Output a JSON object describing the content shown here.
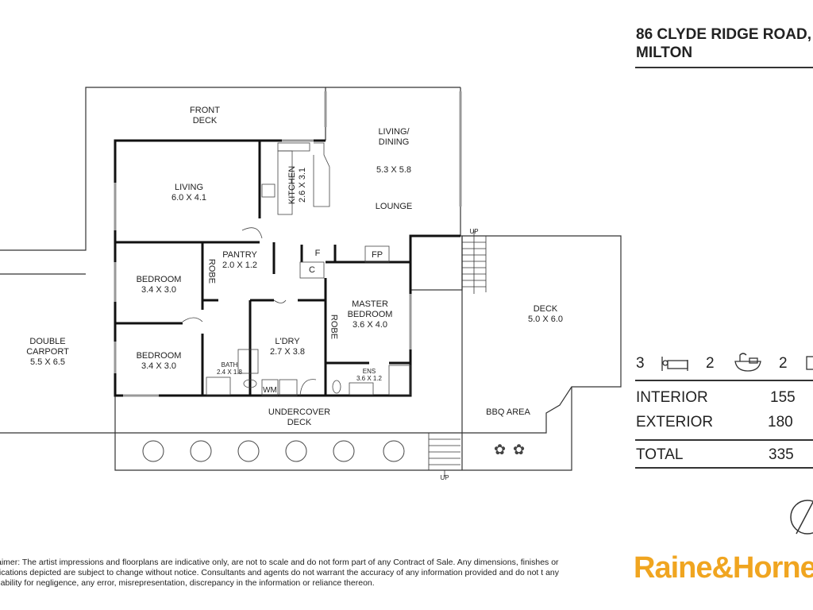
{
  "address": {
    "line1": "86 CLYDE RIDGE ROAD,",
    "line2": "MILTON"
  },
  "rooms": {
    "front_deck": "FRONT\nDECK",
    "living": "LIVING",
    "living_dim": "6.0 X 4.1",
    "kitchen": "KITCHEN",
    "kitchen_dim": "2.6 X 3.1",
    "living_dining": "LIVING/\nDINING",
    "living_dining_dim": "5.3 X 5.8",
    "lounge": "LOUNGE",
    "pantry": "PANTRY",
    "pantry_dim": "2.0 X 1.2",
    "robe": "ROBE",
    "robe2": "ROBE",
    "bedroom1": "BEDROOM",
    "bedroom1_dim": "3.4 X 3.0",
    "bedroom2": "BEDROOM",
    "bedroom2_dim": "3.4 X 3.0",
    "f": "F",
    "c": "C",
    "fp": "FP",
    "master": "MASTER\nBEDROOM",
    "master_dim": "3.6 X 4.0",
    "laundry": "L'DRY",
    "laundry_dim": "2.7 X 3.8",
    "bath": "BATH",
    "bath_dim": "2.4 X 1.8",
    "wm": "WM",
    "ens": "ENS",
    "ens_dim": "3.6 X 1.2",
    "undercover": "UNDERCOVER\nDECK",
    "bbq": "BBQ AREA",
    "deck": "DECK",
    "deck_dim": "5.0 X 6.0",
    "carport": "DOUBLE\nCARPORT",
    "carport_dim": "5.5 X 6.5",
    "up1": "UP",
    "up2": "UP"
  },
  "features": {
    "bedrooms": "3",
    "bathrooms": "2",
    "cars": "2"
  },
  "areas": [
    {
      "label": "INTERIOR",
      "value": "155"
    },
    {
      "label": "EXTERIOR",
      "value": "180"
    }
  ],
  "total": {
    "label": "TOTAL",
    "value": "335"
  },
  "disclaimer": "aimer: The artist impressions and floorplans are indicative only, are not to scale and do not form part of any Contract of Sale. Any dimensions, finishes or fications depicted are subject to change without notice. Consultants and agents do not warrant the accuracy of any information provided and do not t any liability for negligence, any error, misrepresentation, discrepancy in the information or reliance thereon.",
  "brand": "Raine&Horne",
  "colors": {
    "brand": "#f0a520"
  }
}
